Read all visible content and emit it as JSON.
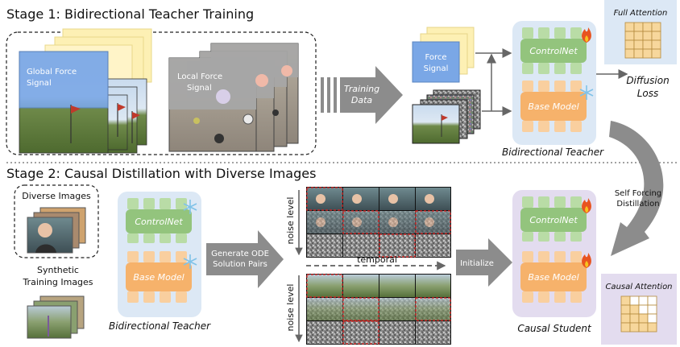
{
  "stage1": {
    "title": "Stage 1: Bidirectional Teacher Training",
    "global_force_label": [
      "Global Force",
      "Signal"
    ],
    "local_force_label": [
      "Local Force",
      "Signal"
    ],
    "training_data_label": [
      "Training",
      "Data"
    ],
    "force_signal_label": [
      "Force",
      "Signal"
    ],
    "controlnet_label": "ControlNet",
    "base_model_label": "Base Model",
    "teacher_caption": "Bidirectional Teacher",
    "diffusion_loss_label": [
      "Diffusion",
      "Loss"
    ],
    "full_attention_label": "Full Attention"
  },
  "stage2": {
    "title": "Stage 2: Causal Distillation with Diverse Images",
    "diverse_images_label": "Diverse Images",
    "synthetic_images_label": [
      "Synthetic",
      "Training Images"
    ],
    "controlnet_label": "ControlNet",
    "base_model_label": "Base Model",
    "teacher_caption": "Bidirectional Teacher",
    "generate_ode_label": [
      "Generate ODE",
      "Solution Pairs"
    ],
    "noise_level_label": "noise level",
    "temporal_label": "temporal",
    "initialize_label": "Initialize",
    "self_forcing_label": [
      "Self Forcing",
      "Distillation"
    ],
    "student_controlnet_label": "ControlNet",
    "student_base_model_label": "Base Model",
    "student_caption": "Causal Student",
    "causal_attention_label": "Causal Attention"
  },
  "colors": {
    "force_blue": "#7aa7e6",
    "force_yellow": "#fdf0b4",
    "teacher_panel": "#dce8f5",
    "student_panel": "#e3dcef",
    "controlnet_green": "#93c47d",
    "base_orange": "#f6b26b",
    "arrow_gray": "#8c8c8c",
    "attention_orange": "#f7d79c"
  }
}
